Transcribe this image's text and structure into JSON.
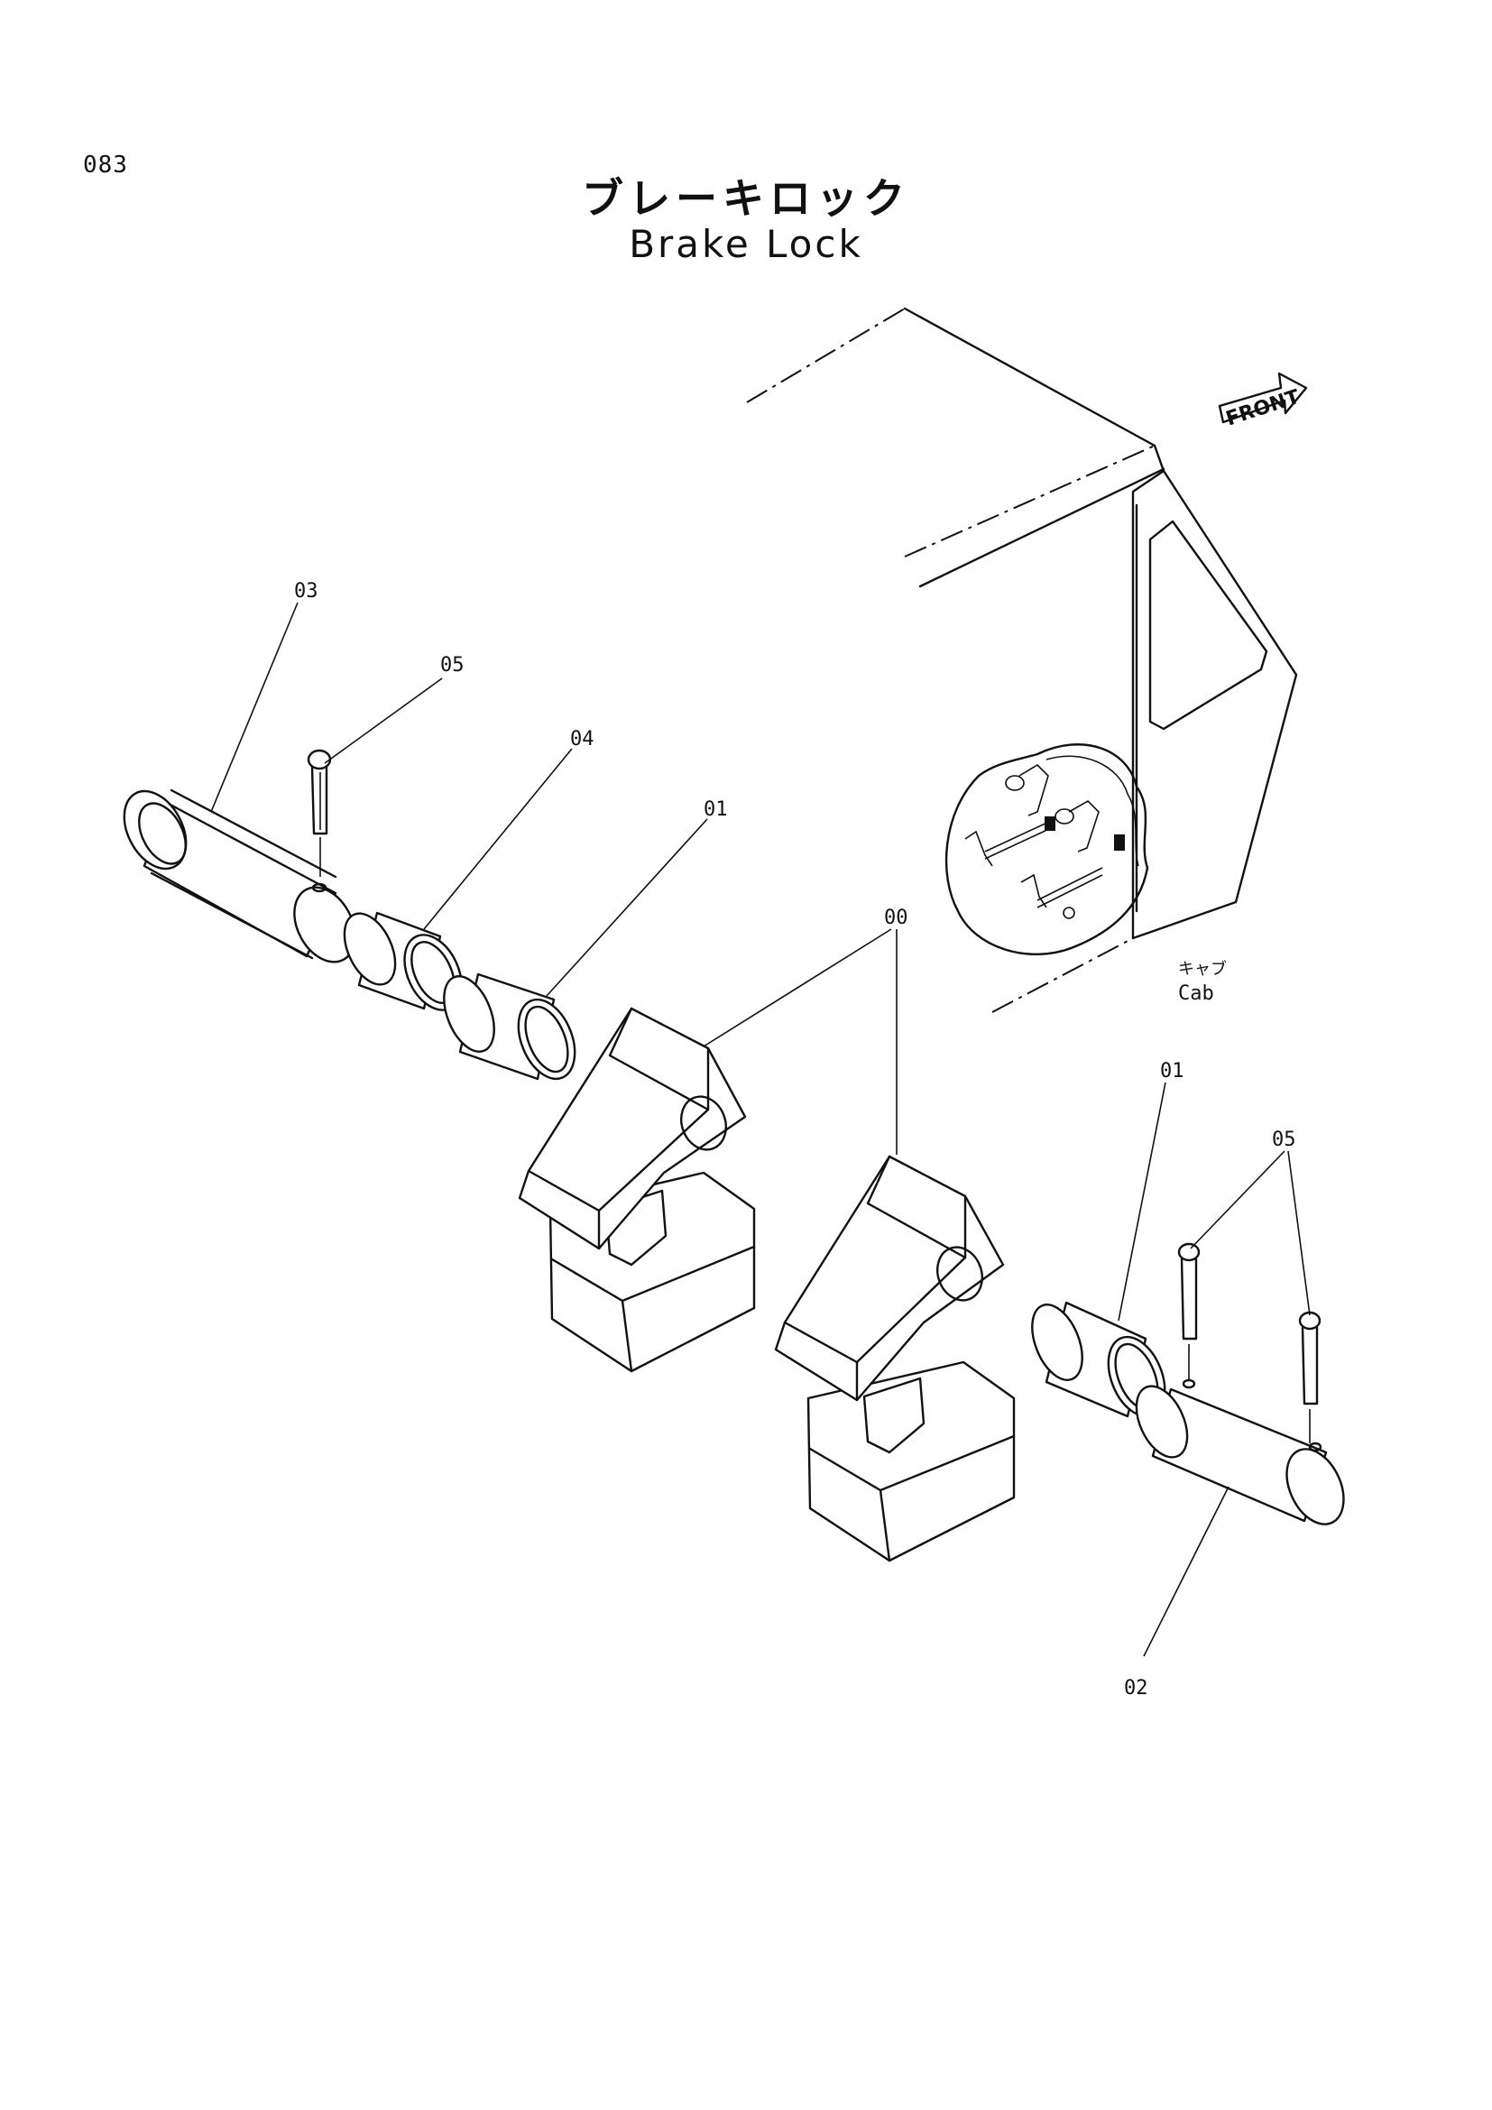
{
  "page_number": "083",
  "title_jp": "ブレーキロック",
  "title_en": "Brake Lock",
  "front_marker": "FRONT",
  "cab_label_jp": "キャブ",
  "cab_label_en": "Cab",
  "part_labels": {
    "p03": "03",
    "p05_left": "05",
    "p04": "04",
    "p01_left": "01",
    "p00": "00",
    "p01_right": "01",
    "p05_right": "05",
    "p02": "02"
  }
}
